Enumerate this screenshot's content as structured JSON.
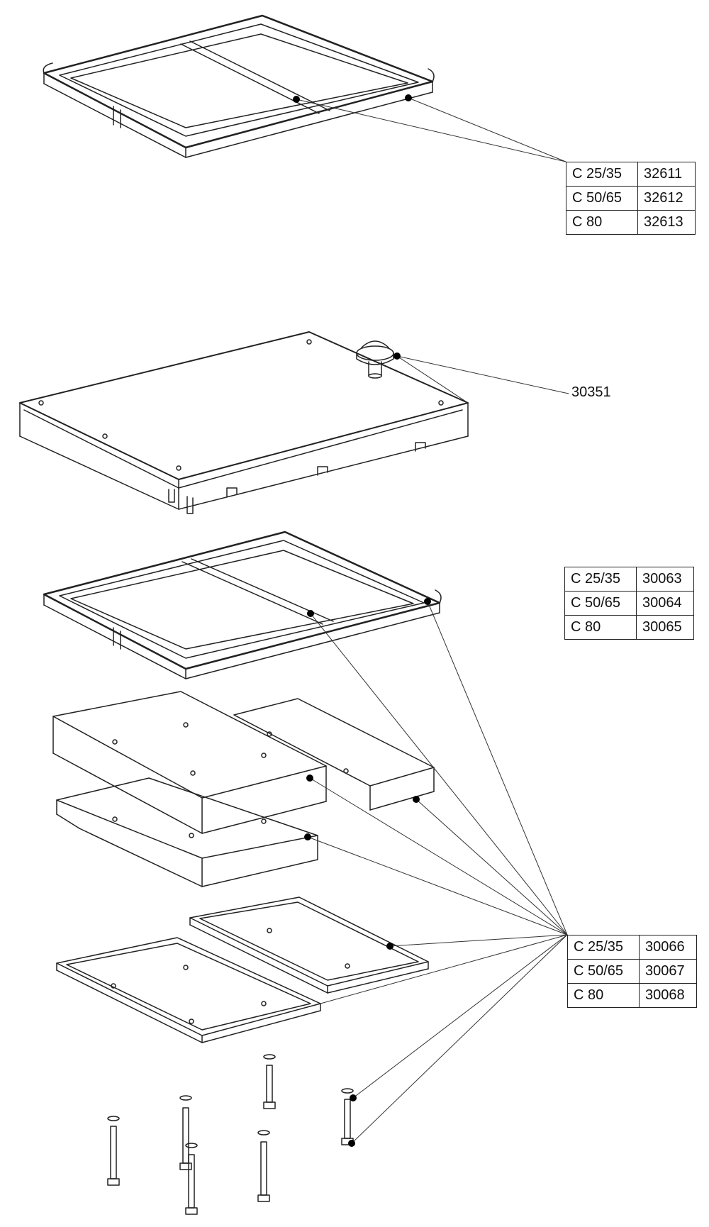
{
  "callouts": {
    "frame_top": {
      "rows": [
        {
          "model": "C 25/35",
          "code": "32611"
        },
        {
          "model": "C 50/65",
          "code": "32612"
        },
        {
          "model": "C 80",
          "code": "32613"
        }
      ]
    },
    "knob": {
      "code": "30351"
    },
    "frame_middle": {
      "rows": [
        {
          "model": "C 25/35",
          "code": "30063"
        },
        {
          "model": "C 50/65",
          "code": "30064"
        },
        {
          "model": "C 80",
          "code": "30065"
        }
      ]
    },
    "pads_trays_bolts": {
      "rows": [
        {
          "model": "C 25/35",
          "code": "30066"
        },
        {
          "model": "C 50/65",
          "code": "30067"
        },
        {
          "model": "C 80",
          "code": "30068"
        }
      ]
    }
  }
}
